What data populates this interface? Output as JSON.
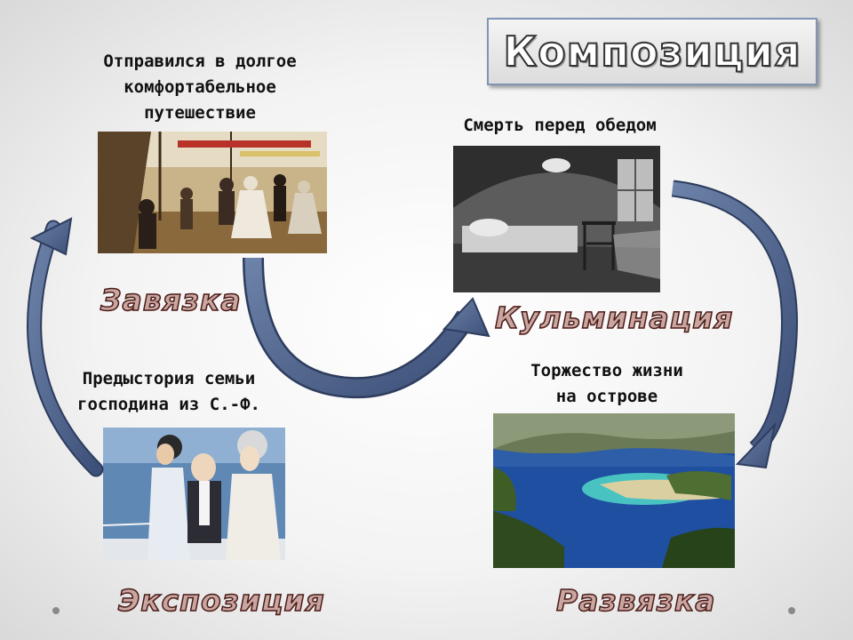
{
  "title": "Композиция",
  "captions": {
    "setup": "Отправился в долгое\nкомфортабельное\nпутешествие",
    "climax": "Смерть перед обедом",
    "backstory": "Предыстория семьи\nгосподина из С.-Ф.",
    "resolution": "Торжество жизни\nна острове"
  },
  "stages": {
    "setup": "Завязка",
    "climax": "Кульминация",
    "exposition": "Экспозиция",
    "resolution": "Развязка"
  },
  "colors": {
    "arrow_fill": "#4a5f86",
    "arrow_stroke": "#2e3d5e",
    "stage_text": "#c9a6a0",
    "stage_outline": "#4a1a17"
  },
  "icons": {
    "ship_deck_painting": "ship-deck-painting-icon",
    "deathbed_engraving": "deathbed-room-engraving-icon",
    "family_illustration": "family-portrait-illustration-icon",
    "island_photo": "island-lagoon-photo-icon"
  }
}
